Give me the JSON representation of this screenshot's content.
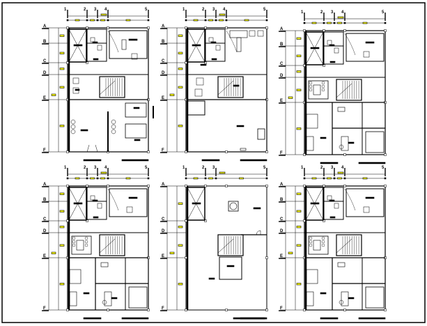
{
  "sheet": {
    "colors": {
      "wall": "#000000",
      "grid": "#000000",
      "dimension_text": "#ffff00",
      "background": "#ffffff"
    },
    "plans": [
      {
        "columns": [
          "1",
          "2",
          "3",
          "4",
          "5"
        ],
        "rows": [
          "A",
          "B",
          "C",
          "D",
          "E",
          "F"
        ],
        "variant": "offices-open"
      },
      {
        "columns": [
          "1",
          "2",
          "3",
          "4",
          "5"
        ],
        "rows": [
          "A",
          "B",
          "C",
          "D",
          "E",
          "F"
        ],
        "variant": "offices-hall"
      },
      {
        "columns": [
          "1",
          "2",
          "3",
          "4",
          "5"
        ],
        "rows": [
          "A",
          "B",
          "C",
          "D",
          "E",
          "F"
        ],
        "variant": "apartment"
      },
      {
        "columns": [
          "1",
          "2",
          "3",
          "4",
          "5"
        ],
        "rows": [
          "A",
          "B",
          "C",
          "D",
          "E",
          "F"
        ],
        "variant": "apartment"
      },
      {
        "columns": [
          "1",
          "2",
          "3",
          "5"
        ],
        "rows": [
          "A",
          "C",
          "D",
          "E",
          "F"
        ],
        "variant": "roof"
      },
      {
        "columns": [
          "1",
          "2",
          "3",
          "4",
          "5"
        ],
        "rows": [
          "A",
          "B",
          "C",
          "D",
          "E",
          "F"
        ],
        "variant": "apartment"
      }
    ]
  }
}
